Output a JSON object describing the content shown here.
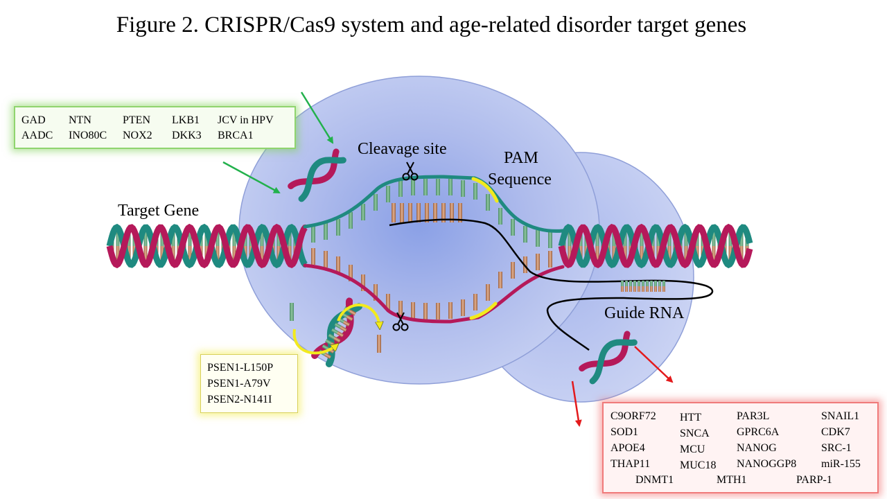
{
  "figure": {
    "title": "Figure 2. CRISPR/Cas9 system and age-related disorder target genes"
  },
  "labels": {
    "target_gene": "Target Gene",
    "cleavage_site": "Cleavage site",
    "pam_line1": "PAM",
    "pam_line2": "Sequence",
    "guide_rna": "Guide RNA"
  },
  "green_box": {
    "genes": [
      "GAD",
      "NTN",
      "PTEN",
      "LKB1",
      "JCV in HPV",
      "AADC",
      "INO80C",
      "NOX2",
      "DKK3",
      "BRCA1"
    ]
  },
  "yellow_box": {
    "genes": [
      "PSEN1-L150P",
      "PSEN1-A79V",
      "PSEN2-N141I"
    ]
  },
  "red_box": {
    "genes": [
      "C9ORF72",
      "HTT",
      "PAR3L",
      "SNAIL1",
      "SOD1",
      "SNCA",
      "GPRC6A",
      "CDK7",
      "APOE4",
      "MCU",
      "NANOG",
      "SRC-1",
      "THAP11",
      "MUC18",
      "NANOGGP8",
      "miR-155",
      "DNMT1",
      "MTH1",
      "PARP-1"
    ]
  },
  "colors": {
    "teal_strand": "#1f8a80",
    "red_strand": "#b5195a",
    "pam_highlight": "#f2ea1d",
    "cas9_body": "#a9b8ec",
    "green_arrow": "#22b14c",
    "red_arrow": "#e31a1c",
    "scissors": "scissors-icon"
  }
}
